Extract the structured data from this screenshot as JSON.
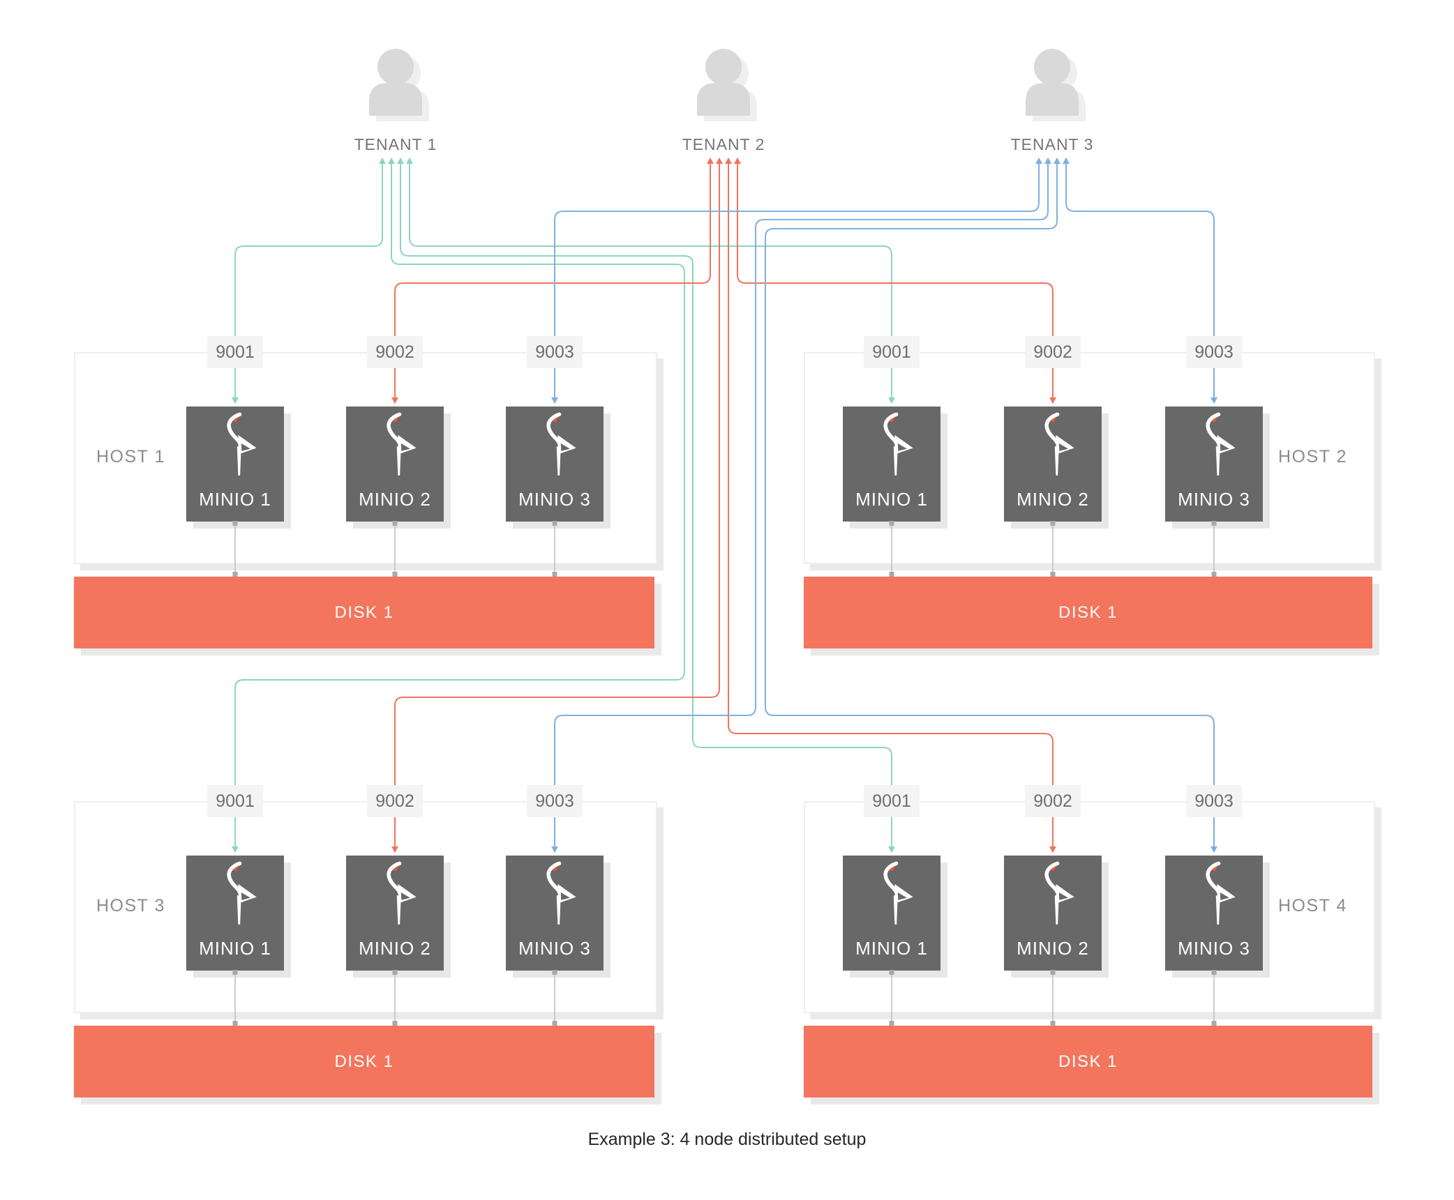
{
  "diagram": {
    "caption": "Example 3: 4 node distributed setup",
    "tenants": [
      {
        "label": "TENANT 1",
        "color": "#8dd4c2"
      },
      {
        "label": "TENANT 2",
        "color": "#f1735e"
      },
      {
        "label": "TENANT 3",
        "color": "#7fafdd"
      }
    ],
    "hosts": [
      {
        "label": "HOST 1",
        "label_side": "left",
        "ports": [
          "9001",
          "9002",
          "9003"
        ],
        "nodes": [
          "MINIO 1",
          "MINIO 2",
          "MINIO 3"
        ],
        "disk": "DISK 1"
      },
      {
        "label": "HOST 2",
        "label_side": "right",
        "ports": [
          "9001",
          "9002",
          "9003"
        ],
        "nodes": [
          "MINIO 1",
          "MINIO 2",
          "MINIO 3"
        ],
        "disk": "DISK 1"
      },
      {
        "label": "HOST 3",
        "label_side": "left",
        "ports": [
          "9001",
          "9002",
          "9003"
        ],
        "nodes": [
          "MINIO 1",
          "MINIO 2",
          "MINIO 3"
        ],
        "disk": "DISK 1"
      },
      {
        "label": "HOST 4",
        "label_side": "right",
        "ports": [
          "9001",
          "9002",
          "9003"
        ],
        "nodes": [
          "MINIO 1",
          "MINIO 2",
          "MINIO 3"
        ],
        "disk": "DISK 1"
      }
    ],
    "colors": {
      "node_bg": "#686868",
      "disk_bg": "#f3755d",
      "port_bg": "#f4f4f4",
      "tenant_icon": "#d9d9d9",
      "tenant_icon_shadow": "#efefef",
      "connector": "#bcbcbc",
      "connector_cap": "#a8a8a8",
      "logo_beak": "#ee5b2d",
      "logo_body": "#ffffff"
    }
  }
}
